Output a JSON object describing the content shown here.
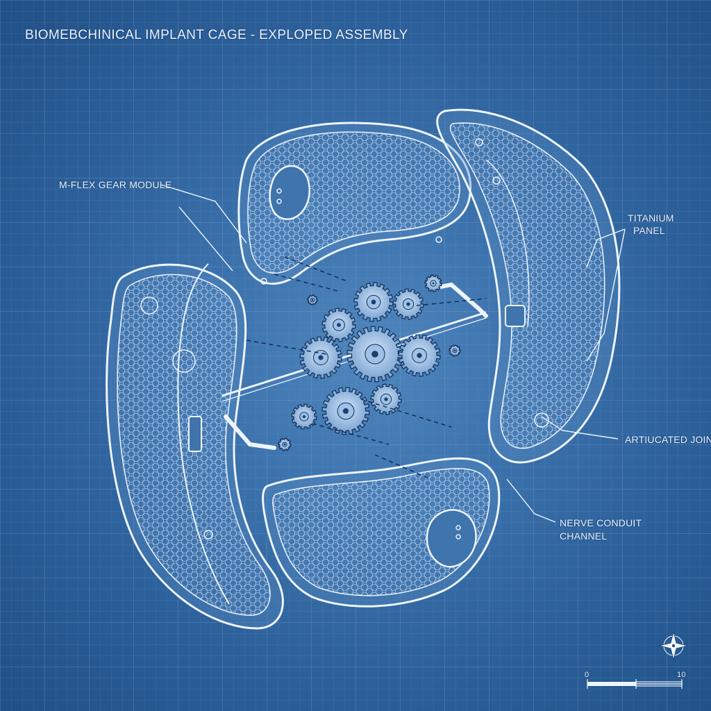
{
  "title": "BIOMEBCHINICAL IMPLANT CAGE - EXPLOPED ASSEMBLY",
  "callouts": {
    "gear_module": "M-FLEX GEAR MODULE",
    "titanium_line1": "TITANIUM",
    "titanium_line2": "PANEL",
    "articulated_joint": "ARTIUCATED JOINT",
    "nerve_line1": "NERVE CONDUIT",
    "nerve_line2": "CHANNEL"
  },
  "scale_bar": {
    "start": "0",
    "end": "10"
  },
  "icons": {
    "compass": "compass-rose-icon"
  },
  "colors": {
    "background": "#2e629c",
    "line": "#e8f2ff",
    "grid": "#6f9dd0",
    "gear_fill": "#7fa9d6"
  }
}
